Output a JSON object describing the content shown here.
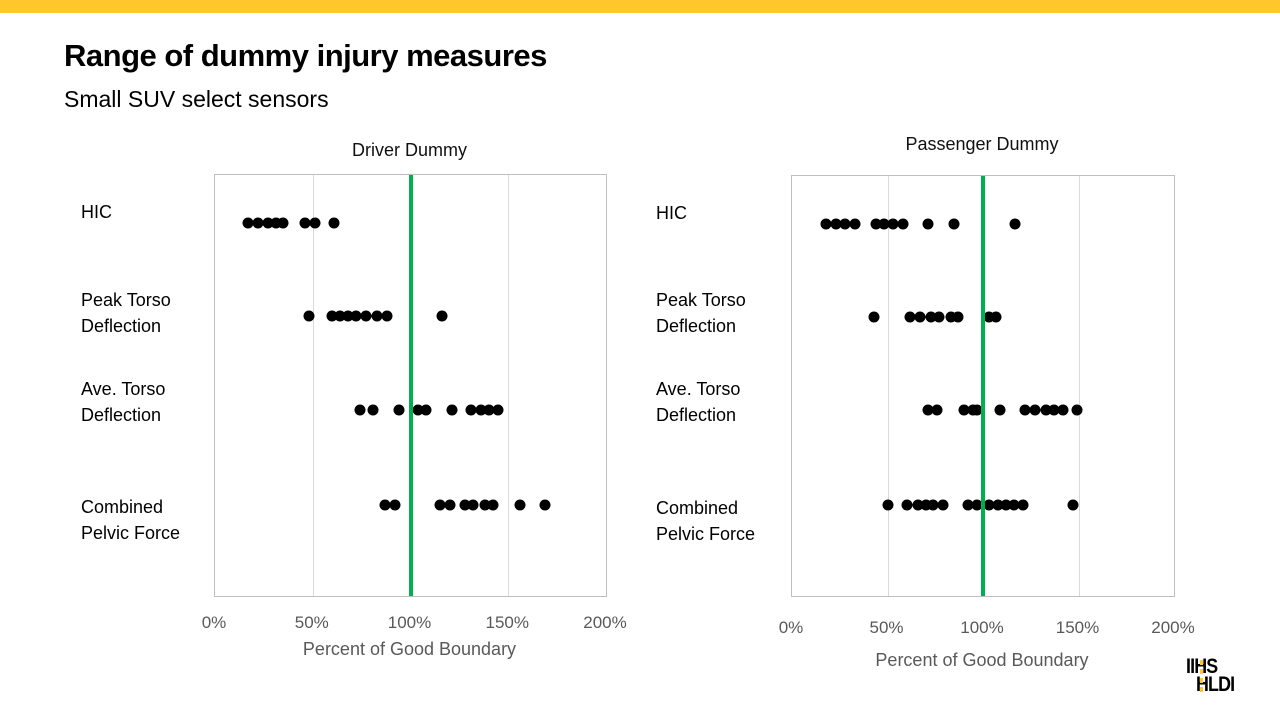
{
  "slide": {
    "title": "Range of dummy injury measures",
    "subtitle": "Small SUV select sensors"
  },
  "colors": {
    "accent_bar": "#FFC72C",
    "reference_line": "#00B050",
    "dot": "#000000",
    "axis_text": "#595959",
    "gridline": "#D9D9D9",
    "plot_border": "#BFBFBF"
  },
  "logo": {
    "line1": "IIHS",
    "line2": "HLDI"
  },
  "chart_data": [
    {
      "type": "scatter",
      "title": "Driver Dummy",
      "xlabel": "Percent of Good Boundary",
      "xlim": [
        0,
        200
      ],
      "x_tick_labels": [
        "0%",
        "50%",
        "100%",
        "150%",
        "200%"
      ],
      "grid": "vertical",
      "reference_line_x": 100,
      "units": "percent",
      "categories": [
        "HIC",
        "Peak Torso Deflection",
        "Ave. Torso Deflection",
        "Combined Pelvic Force"
      ],
      "category_lines": [
        [
          "HIC"
        ],
        [
          "Peak Torso",
          "Deflection"
        ],
        [
          "Ave. Torso",
          "Deflection"
        ],
        [
          "Combined",
          "Pelvic Force"
        ]
      ],
      "series": [
        {
          "category": "HIC",
          "values": [
            17,
            22,
            27,
            31,
            35,
            46,
            51,
            61
          ]
        },
        {
          "category": "Peak Torso Deflection",
          "values": [
            48,
            60,
            64,
            68,
            72,
            77,
            83,
            88,
            116
          ]
        },
        {
          "category": "Ave. Torso Deflection",
          "values": [
            74,
            81,
            94,
            104,
            108,
            121,
            131,
            136,
            140,
            145
          ]
        },
        {
          "category": "Combined Pelvic Force",
          "values": [
            87,
            92,
            115,
            120,
            128,
            132,
            138,
            142,
            156,
            169
          ]
        }
      ]
    },
    {
      "type": "scatter",
      "title": "Passenger Dummy",
      "xlabel": "Percent of Good Boundary",
      "xlim": [
        0,
        200
      ],
      "x_tick_labels": [
        "0%",
        "50%",
        "100%",
        "150%",
        "200%"
      ],
      "grid": "vertical",
      "reference_line_x": 100,
      "units": "percent",
      "categories": [
        "HIC",
        "Peak Torso Deflection",
        "Ave. Torso Deflection",
        "Combined Pelvic Force"
      ],
      "category_lines": [
        [
          "HIC"
        ],
        [
          "Peak Torso",
          "Deflection"
        ],
        [
          "Ave. Torso",
          "Deflection"
        ],
        [
          "Combined",
          "Pelvic Force"
        ]
      ],
      "series": [
        {
          "category": "HIC",
          "values": [
            18,
            23,
            28,
            33,
            44,
            48,
            53,
            58,
            71,
            85,
            117
          ]
        },
        {
          "category": "Peak Torso Deflection",
          "values": [
            43,
            62,
            67,
            73,
            77,
            83,
            87,
            103,
            107
          ]
        },
        {
          "category": "Ave. Torso Deflection",
          "values": [
            71,
            76,
            90,
            95,
            97,
            109,
            122,
            127,
            133,
            137,
            142,
            149
          ]
        },
        {
          "category": "Combined Pelvic Force",
          "values": [
            50,
            60,
            66,
            70,
            74,
            79,
            92,
            97,
            103,
            108,
            112,
            116,
            121,
            147
          ]
        }
      ]
    }
  ]
}
